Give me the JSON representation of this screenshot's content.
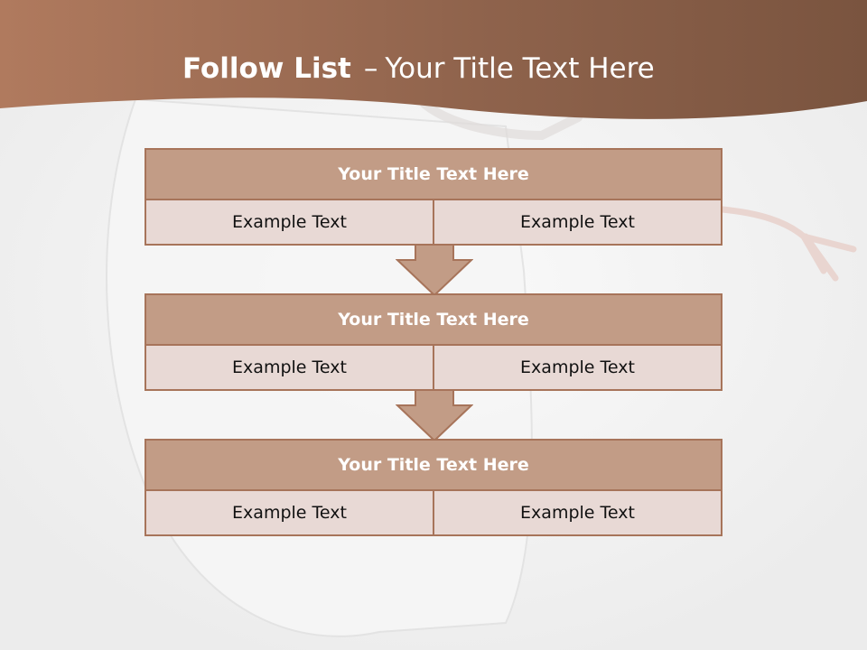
{
  "slide": {
    "title_bold": "Follow List",
    "title_dash": "–",
    "title_rest": "Your Title Text Here"
  },
  "blocks": [
    {
      "title": "Your Title Text Here",
      "left": "Example Text",
      "right": "Example Text"
    },
    {
      "title": "Your Title Text Here",
      "left": "Example Text",
      "right": "Example Text"
    },
    {
      "title": "Your Title Text Here",
      "left": "Example Text",
      "right": "Example Text"
    }
  ],
  "colors": {
    "header": "#9a6a52",
    "title_box": "#c29c86",
    "cell": "#e8d9d5",
    "border": "#a7745a",
    "arrow": "#c29c86"
  }
}
